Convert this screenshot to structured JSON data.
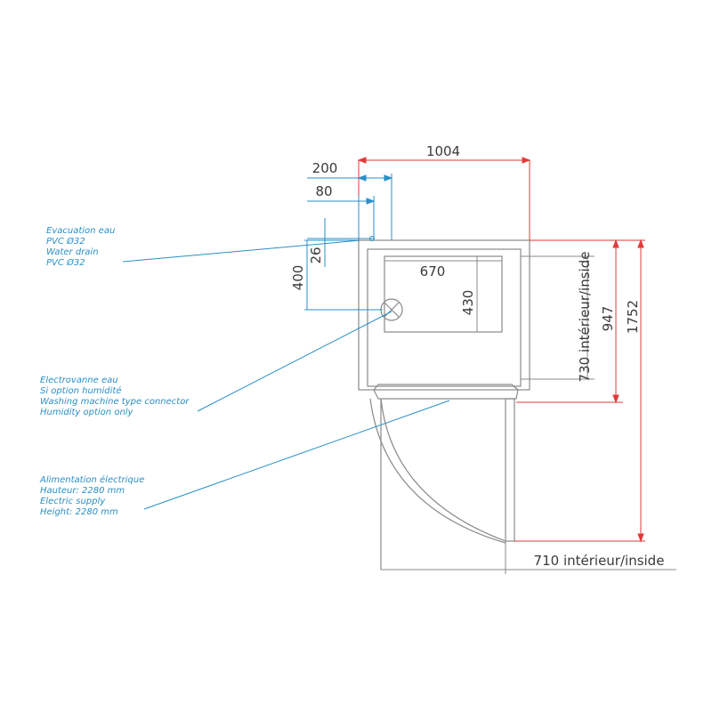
{
  "colors": {
    "red_dimension": "#e03a3a",
    "blue_dimension": "#2a8fc7",
    "outline": "#8a8a8a",
    "text": "#3a3a3a"
  },
  "dimensions": {
    "overall_width": "1004",
    "drain_offset_200": "200",
    "drain_offset_80": "80",
    "drain_height_26": "26",
    "valve_height_400": "400",
    "tray_width": "670",
    "tray_depth": "430",
    "inside_depth": "730 intérieur/inside",
    "depth_947": "947",
    "depth_1752": "1752",
    "inside_width": "710 intérieur/inside"
  },
  "notes": {
    "water_drain": [
      "Evacuation eau",
      "PVC Ø32",
      "Water drain",
      "PVC Ø32"
    ],
    "water_valve": [
      "Electrovanne eau",
      "Si option humidité",
      "Washing machine type connector",
      "Humidity option only"
    ],
    "electric_supply": [
      "Alimentation électrique",
      "Hauteur: 2280 mm",
      "Electric supply",
      "Height: 2280 mm"
    ]
  }
}
